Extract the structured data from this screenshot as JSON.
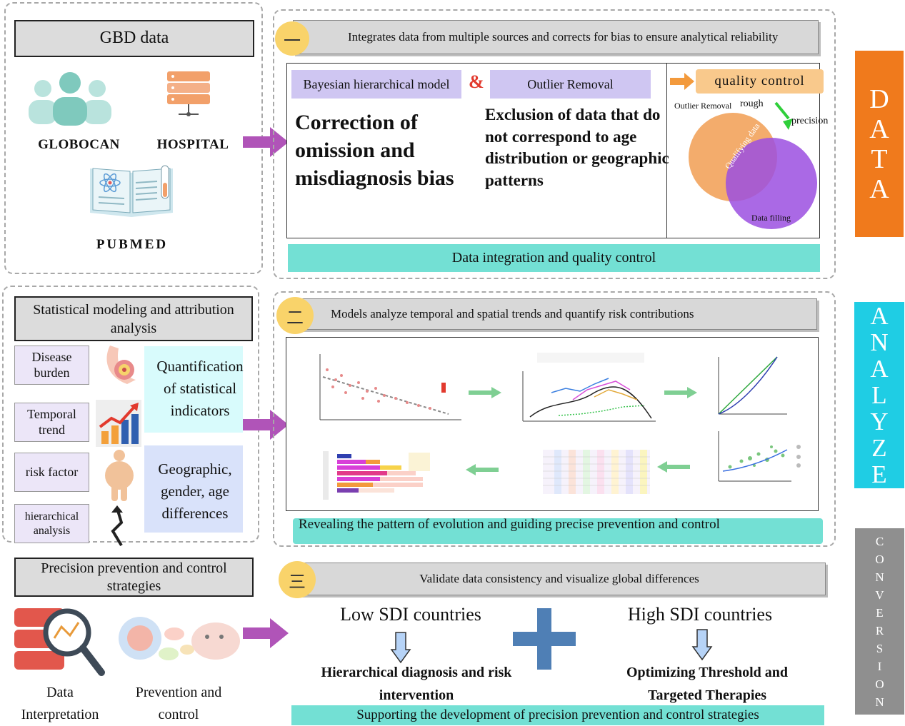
{
  "section1": {
    "source_title": "GBD data",
    "sources": {
      "globocan": "GLOBOCAN",
      "hospital": "HOSPITAL",
      "pubmed": "PUBMED"
    },
    "step_symbol": "一",
    "banner": "Integrates data from multiple sources and corrects for bias to ensure analytical reliability",
    "model_label": "Bayesian hierarchical model",
    "ampersand": "&",
    "outlier_label": "Outlier Removal",
    "correction_text": "Correction of omission and misdiagnosis bias",
    "exclusion_text": "Exclusion of data that do not correspond to age distribution or geographic patterns",
    "qc_label": "quality control",
    "venn": {
      "outlier": "Outlier Removal",
      "rough": "rough",
      "precision": "precision",
      "qualifying": "Qualifying data",
      "filling": "Data filling"
    },
    "footer": "Data integration and quality control",
    "side_letters": [
      "D",
      "A",
      "T",
      "A"
    ]
  },
  "section2": {
    "title": "Statistical modeling and attribution analysis",
    "items": [
      "Disease burden",
      "Temporal trend",
      "risk factor",
      "hierarchical analysis"
    ],
    "quant_text": "Quantification of statistical indicators",
    "geo_text": "Geographic, gender, age differences",
    "step_symbol": "二",
    "banner": "Models analyze temporal and spatial trends and quantify risk contributions",
    "footer": "Revealing the pattern of evolution and guiding precise prevention and control",
    "side_letters": [
      "A",
      "N",
      "A",
      "L",
      "Y",
      "Z",
      "E"
    ]
  },
  "section3": {
    "title": "Precision prevention and control strategies",
    "data_interp": "Data Interpretation",
    "prevention": "Prevention and control",
    "step_symbol": "三",
    "banner": "Validate data consistency and visualize global differences",
    "low_sdi": "Low SDI countries",
    "high_sdi": "High SDI countries",
    "low_action": "Hierarchical diagnosis and risk intervention",
    "high_action": "Optimizing Threshold and Targeted Therapies",
    "footer": "Supporting the development of precision prevention and control strategies",
    "side_letters": [
      "C",
      "O",
      "N",
      "V",
      "E",
      "R",
      "S",
      "I",
      "O",
      "N"
    ]
  },
  "colors": {
    "data_side": "#f07a1c",
    "analyze_side": "#1fcde4",
    "conversion_side": "#8f8f8f",
    "teal": "#73e0d4",
    "arrow": "#b054b8",
    "plus": "#4f7fb5",
    "venn_orange": "#f2a35c",
    "venn_purple": "#9b4fe0"
  }
}
